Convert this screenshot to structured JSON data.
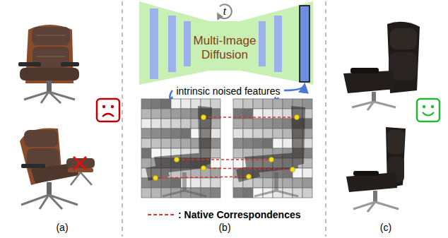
{
  "diagram": {
    "nodes": [
      {
        "text": [
          "Multi-Image Diffusion"
        ]
      }
    ],
    "labels": [
      "t",
      "intrinsic noised features",
      "(a)",
      "(b)",
      "(c)"
    ],
    "legend": [
      {
        "text": ": Native Correspondences"
      }
    ]
  }
}
